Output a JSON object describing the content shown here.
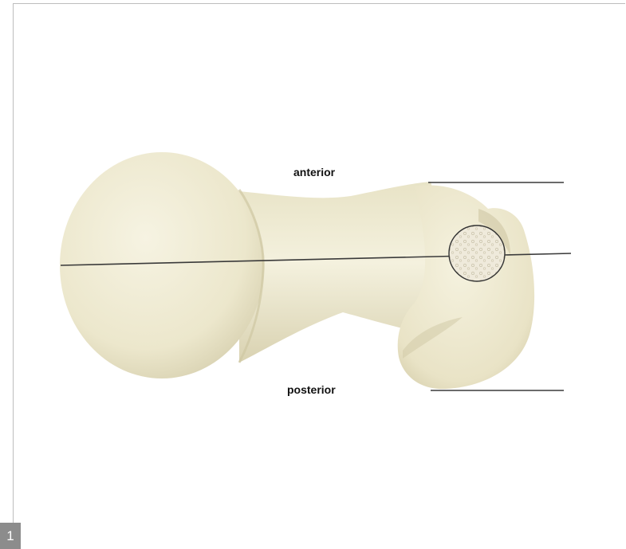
{
  "labels": {
    "anterior": "anterior",
    "posterior": "posterior"
  },
  "figure_number": "1",
  "colors": {
    "bone": "#eeead2",
    "bone_shadow": "#d8d2b2",
    "line": "#3a3a3a",
    "badge": "#8c8c8c"
  }
}
